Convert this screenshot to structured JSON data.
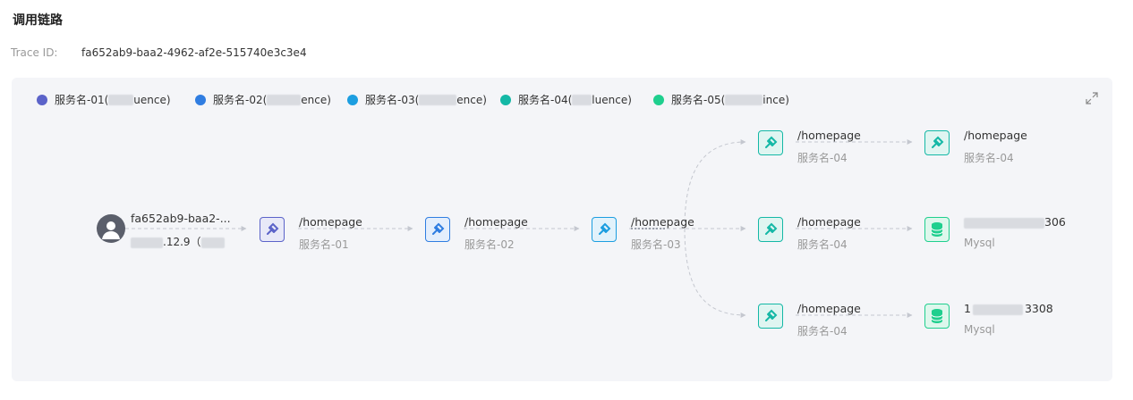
{
  "page_title": "调用链路",
  "trace": {
    "label": "Trace ID:",
    "value": "fa652ab9-baa2-4962-af2e-515740e3c3e4"
  },
  "legend": [
    {
      "label_prefix": "服务名-01(",
      "label_suffix": "uence)",
      "color": "#5b63c9"
    },
    {
      "label_prefix": "服务名-02(",
      "label_suffix": "ence)",
      "color": "#2f7de1"
    },
    {
      "label_prefix": "服务名-03(",
      "label_suffix": "ence)",
      "color": "#1c9ee0"
    },
    {
      "label_prefix": "服务名-04(",
      "label_suffix": "luence)",
      "color": "#14b8a6"
    },
    {
      "label_prefix": "服务名-05(",
      "label_suffix": "ince)",
      "color": "#1fcf8e"
    }
  ],
  "expand_icon": "expand-icon",
  "root": {
    "name": "fa652ab9-baa2-...",
    "sub_visible": ".12.9（",
    "icon": "user-icon"
  },
  "nodes": {
    "s01": {
      "name": "/homepage",
      "service": "服务名-01",
      "icon": "plug-icon",
      "color": "#5b63c9"
    },
    "s02": {
      "name": "/homepage",
      "service": "服务名-02",
      "icon": "plug-icon",
      "color": "#2f7de1"
    },
    "s03": {
      "name": "/homepage",
      "service": "服务名-03",
      "icon": "plug-icon",
      "color": "#1c9ee0"
    },
    "s04a": {
      "name": "/homepage",
      "service": "服务名-04",
      "icon": "plug-icon",
      "color": "#14b8a6"
    },
    "s04b": {
      "name": "/homepage",
      "service": "服务名-04",
      "icon": "plug-icon",
      "color": "#14b8a6"
    },
    "s04c": {
      "name": "/homepage",
      "service": "服务名-04",
      "icon": "plug-icon",
      "color": "#14b8a6"
    },
    "e1": {
      "name": "/homepage",
      "service": "服务名-04",
      "icon": "plug-icon",
      "color": "#14b8a6"
    },
    "db1": {
      "name_visible": "306",
      "service": "Mysql",
      "icon": "database-icon",
      "color": "#1fcf8e"
    },
    "db2": {
      "name_prefix": "1",
      "name_visible": "3308",
      "service": "Mysql",
      "icon": "database-icon",
      "color": "#1fcf8e"
    }
  }
}
